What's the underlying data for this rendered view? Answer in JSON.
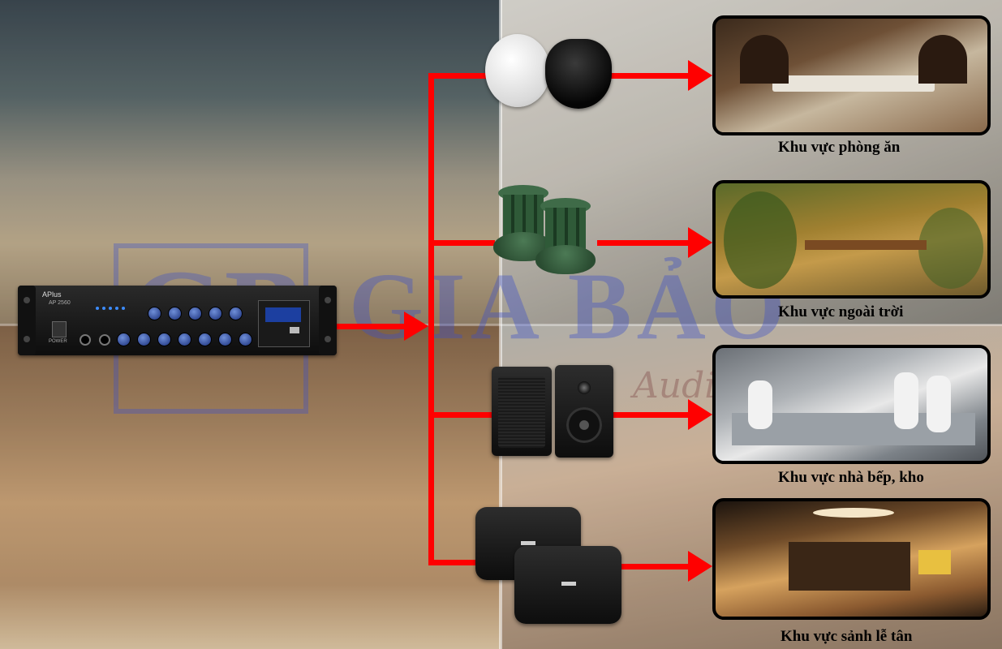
{
  "watermark": {
    "logo": "GB",
    "brand": "GIA BẢO",
    "sub": "Audio"
  },
  "amplifier": {
    "brand": "APlus",
    "model": "AP 2560",
    "power_label": "POWER"
  },
  "zones": [
    {
      "label": "Khu vực phòng ăn",
      "speaker": "ceiling-speaker"
    },
    {
      "label": "Khu vực ngoài trời",
      "speaker": "garden-speaker"
    },
    {
      "label": "Khu vực nhà bếp, kho",
      "speaker": "wall-speaker"
    },
    {
      "label": "Khu vực sảnh lễ tân",
      "speaker": "surface-mount-speaker"
    }
  ],
  "colors": {
    "arrow": "#ff0000",
    "label": "#000000",
    "panel_border": "#000000"
  }
}
